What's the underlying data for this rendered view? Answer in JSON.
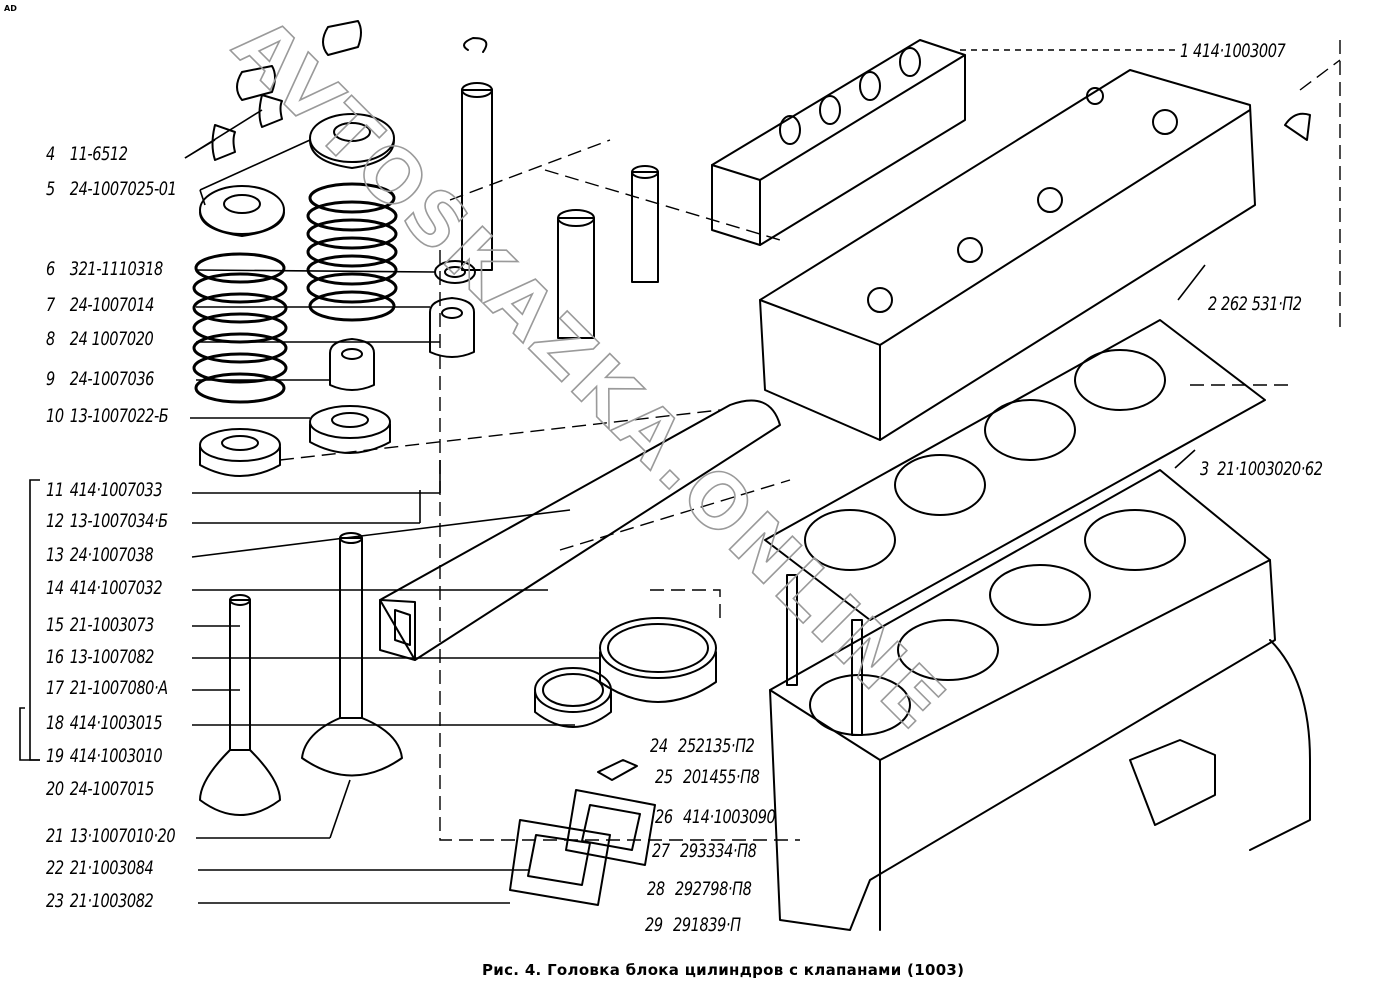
{
  "figure": {
    "caption": "Рис. 4. Головка блока цилиндров с клапанами (1003)",
    "corner_mark": "AD",
    "watermark": "AVTOSKAZKA.ONLINE"
  },
  "parts_left": [
    {
      "num": "4",
      "code": "11-6512"
    },
    {
      "num": "5",
      "code": "24-1007025-01"
    },
    {
      "num": "6",
      "code": "321-1110318"
    },
    {
      "num": "7",
      "code": "24-1007014"
    },
    {
      "num": "8",
      "code": "24 1007020"
    },
    {
      "num": "9",
      "code": "24-1007036"
    },
    {
      "num": "10",
      "code": "13-1007022-Б"
    },
    {
      "num": "11",
      "code": "414·1007033"
    },
    {
      "num": "12",
      "code": "13-1007034·Б"
    },
    {
      "num": "13",
      "code": "24·1007038"
    },
    {
      "num": "14",
      "code": "414·1007032"
    },
    {
      "num": "15",
      "code": "21-1003073"
    },
    {
      "num": "16",
      "code": "13-1007082"
    },
    {
      "num": "17",
      "code": "21-1007080·А"
    },
    {
      "num": "18",
      "code": "414·1003015"
    },
    {
      "num": "19",
      "code": "414·1003010"
    },
    {
      "num": "20",
      "code": "24-1007015"
    },
    {
      "num": "21",
      "code": "13·1007010·20"
    },
    {
      "num": "22",
      "code": "21·1003084"
    },
    {
      "num": "23",
      "code": "21·1003082"
    }
  ],
  "parts_right": [
    {
      "num": "1",
      "code": "414·1003007"
    },
    {
      "num": "2",
      "code": "262 531·П2"
    },
    {
      "num": "3",
      "code": "21·1003020·62"
    }
  ],
  "parts_bottom": [
    {
      "num": "24",
      "code": "252135·П2"
    },
    {
      "num": "25",
      "code": "201455·П8"
    },
    {
      "num": "26",
      "code": "414·1003090"
    },
    {
      "num": "27",
      "code": "293334·П8"
    },
    {
      "num": "28",
      "code": "292798·П8"
    },
    {
      "num": "29",
      "code": "291839·П"
    }
  ]
}
